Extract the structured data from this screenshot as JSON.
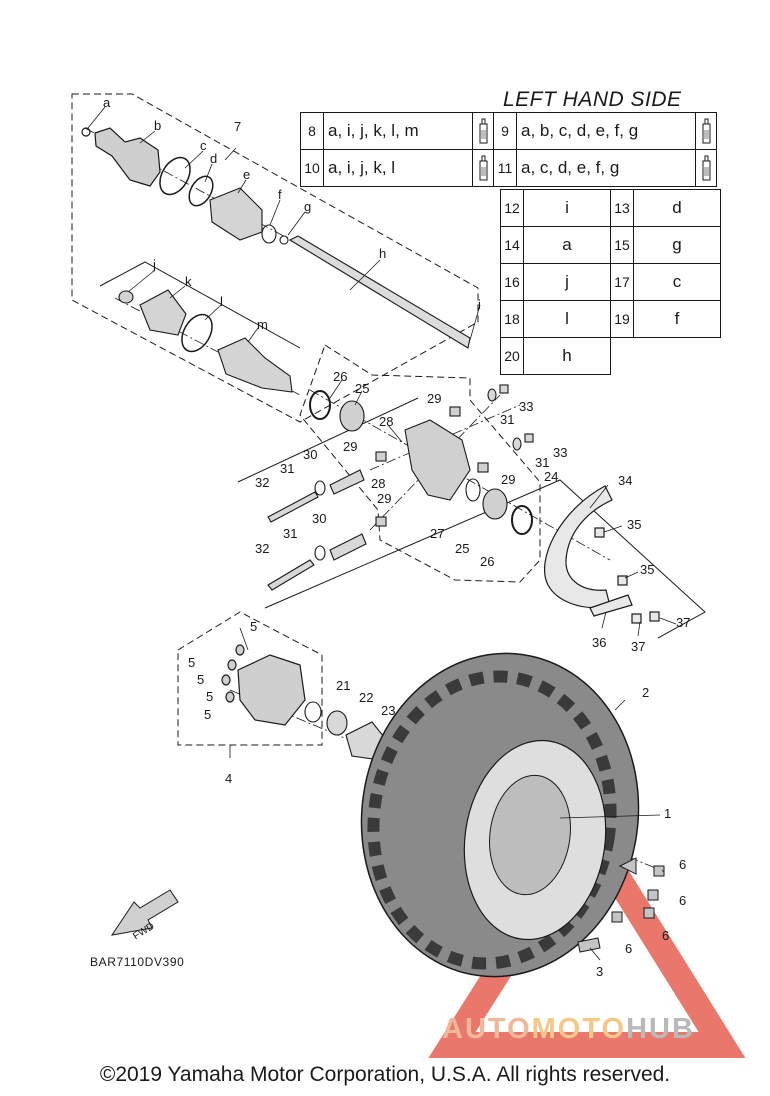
{
  "header": {
    "side_title": "LEFT HAND SIDE"
  },
  "kits_wide": [
    {
      "num": "8",
      "parts": "a, i, j, k, l, m"
    },
    {
      "num": "9",
      "parts": "a, b, c, d, e, f, g"
    },
    {
      "num": "10",
      "parts": "a, i, j, k, l"
    },
    {
      "num": "11",
      "parts": "a, c, d, e, f, g"
    }
  ],
  "kits_small": [
    {
      "num": "12",
      "part": "i"
    },
    {
      "num": "13",
      "part": "d"
    },
    {
      "num": "14",
      "part": "a"
    },
    {
      "num": "15",
      "part": "g"
    },
    {
      "num": "16",
      "part": "j"
    },
    {
      "num": "17",
      "part": "c"
    },
    {
      "num": "18",
      "part": "l"
    },
    {
      "num": "19",
      "part": "f"
    },
    {
      "num": "20",
      "part": "h"
    }
  ],
  "callouts": {
    "a": "a",
    "b": "b",
    "c": "c",
    "d": "d",
    "e": "e",
    "f": "f",
    "g": "g",
    "h": "h",
    "i": "i",
    "j": "j",
    "k": "k",
    "l": "l",
    "m": "m",
    "n1": "1",
    "n2": "2",
    "n3": "3",
    "n4": "4",
    "n5": "5",
    "n6": "6",
    "n7": "7",
    "n21": "21",
    "n22": "22",
    "n23": "23",
    "n24": "24",
    "n25": "25",
    "n26": "26",
    "n27": "27",
    "n28": "28",
    "n29": "29",
    "n30": "30",
    "n31": "31",
    "n32": "32",
    "n33": "33",
    "n34": "34",
    "n35": "35",
    "n36": "36",
    "n37": "37"
  },
  "diagram_code": "BAR7110DV390",
  "fwd_label": "FWD",
  "watermark": {
    "part1": "AUTO",
    "part2": "MOTO",
    "part3": "HUB",
    "color1": "#f0b89a",
    "color2": "#f6c888",
    "color3": "#b9b9b9"
  },
  "copyright": "©2019 Yamaha Motor Corporation, U.S.A. All rights reserved.",
  "colors": {
    "line": "#1a1a1a",
    "tire": "#6e6e6e",
    "watermark_triangle": "#e24a3a"
  }
}
